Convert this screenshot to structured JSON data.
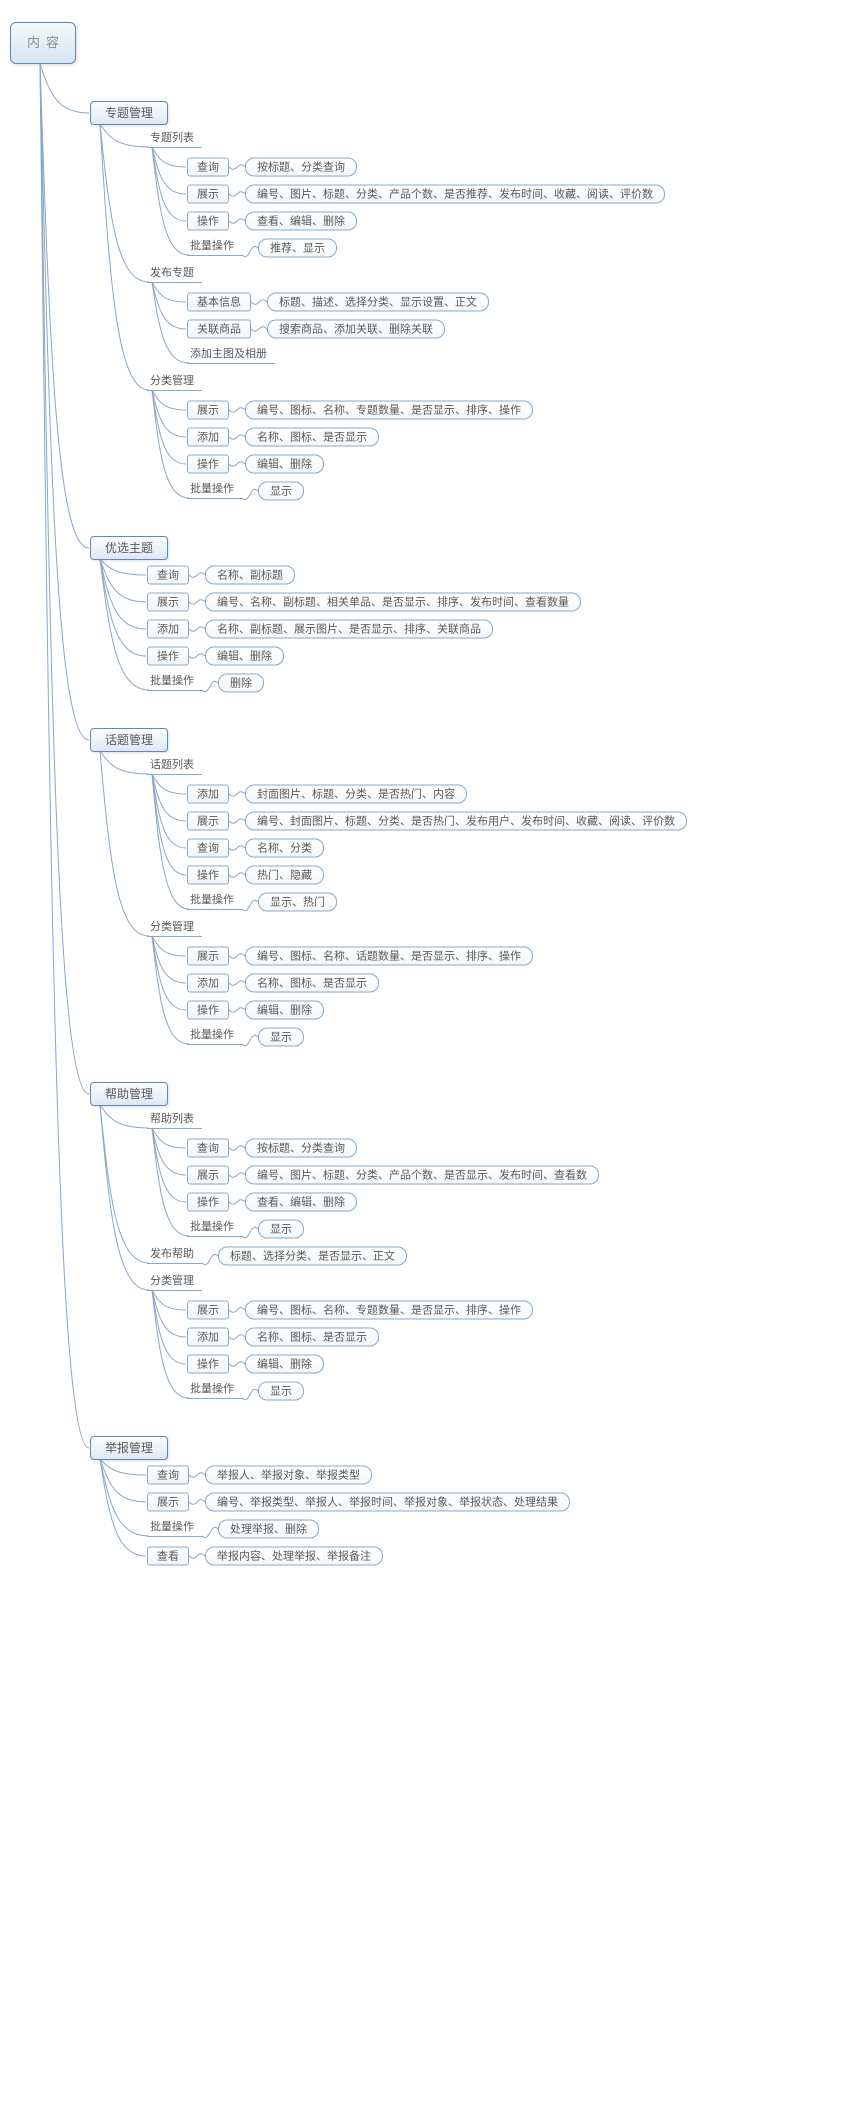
{
  "colors": {
    "node_border": "#6188b3",
    "connector": "#8aa6c5",
    "text": "#595959"
  },
  "diagram": {
    "root": {
      "label": "内容"
    },
    "sections": [
      {
        "label": "专题管理",
        "children": [
          {
            "label": "专题列表",
            "style": "line",
            "children": [
              {
                "label": "查询",
                "style": "box",
                "detail": "按标题、分类查询"
              },
              {
                "label": "展示",
                "style": "box",
                "detail": "编号、图片、标题、分类、产品个数、是否推荐、发布时间、收藏、阅读、评价数"
              },
              {
                "label": "操作",
                "style": "box",
                "detail": "查看、编辑、删除"
              },
              {
                "label": "批量操作",
                "style": "line",
                "detail": "推荐、显示"
              }
            ]
          },
          {
            "label": "发布专题",
            "style": "line",
            "children": [
              {
                "label": "基本信息",
                "style": "box",
                "detail": "标题、描述、选择分类、显示设置、正文"
              },
              {
                "label": "关联商品",
                "style": "box",
                "detail": "搜索商品、添加关联、删除关联"
              },
              {
                "label": "添加主图及相册",
                "style": "line"
              }
            ]
          },
          {
            "label": "分类管理",
            "style": "line",
            "children": [
              {
                "label": "展示",
                "style": "box",
                "detail": "编号、图标、名称、专题数量、是否显示、排序、操作"
              },
              {
                "label": "添加",
                "style": "box",
                "detail": "名称、图标、是否显示"
              },
              {
                "label": "操作",
                "style": "box",
                "detail": "编辑、删除"
              },
              {
                "label": "批量操作",
                "style": "line",
                "detail": "显示"
              }
            ]
          }
        ]
      },
      {
        "label": "优选主题",
        "children": [
          {
            "label": "查询",
            "style": "box",
            "detail": "名称、副标题"
          },
          {
            "label": "展示",
            "style": "box",
            "detail": "编号、名称、副标题、相关单品、是否显示、排序、发布时间、查看数量"
          },
          {
            "label": "添加",
            "style": "box",
            "detail": "名称、副标题、展示图片、是否显示、排序、关联商品"
          },
          {
            "label": "操作",
            "style": "box",
            "detail": "编辑、删除"
          },
          {
            "label": "批量操作",
            "style": "line",
            "detail": "删除"
          }
        ]
      },
      {
        "label": "话题管理",
        "children": [
          {
            "label": "话题列表",
            "style": "line",
            "children": [
              {
                "label": "添加",
                "style": "box",
                "detail": "封面图片、标题、分类、是否热门、内容"
              },
              {
                "label": "展示",
                "style": "box",
                "detail": "编号、封面图片、标题、分类、是否热门、发布用户、发布时间、收藏、阅读、评价数"
              },
              {
                "label": "查询",
                "style": "box",
                "detail": "名称、分类"
              },
              {
                "label": "操作",
                "style": "box",
                "detail": "热门、隐藏"
              },
              {
                "label": "批量操作",
                "style": "line",
                "detail": "显示、热门"
              }
            ]
          },
          {
            "label": "分类管理",
            "style": "line",
            "children": [
              {
                "label": "展示",
                "style": "box",
                "detail": "编号、图标、名称、话题数量、是否显示、排序、操作"
              },
              {
                "label": "添加",
                "style": "box",
                "detail": "名称、图标、是否显示"
              },
              {
                "label": "操作",
                "style": "box",
                "detail": "编辑、删除"
              },
              {
                "label": "批量操作",
                "style": "line",
                "detail": "显示"
              }
            ]
          }
        ]
      },
      {
        "label": "帮助管理",
        "children": [
          {
            "label": "帮助列表",
            "style": "line",
            "children": [
              {
                "label": "查询",
                "style": "box",
                "detail": "按标题、分类查询"
              },
              {
                "label": "展示",
                "style": "box",
                "detail": "编号、图片、标题、分类、产品个数、是否显示、发布时间、查看数"
              },
              {
                "label": "操作",
                "style": "box",
                "detail": "查看、编辑、删除"
              },
              {
                "label": "批量操作",
                "style": "line",
                "detail": "显示"
              }
            ]
          },
          {
            "label": "发布帮助",
            "style": "line",
            "detail": "标题、选择分类、是否显示、正文"
          },
          {
            "label": "分类管理",
            "style": "line",
            "children": [
              {
                "label": "展示",
                "style": "box",
                "detail": "编号、图标、名称、专题数量、是否显示、排序、操作"
              },
              {
                "label": "添加",
                "style": "box",
                "detail": "名称、图标、是否显示"
              },
              {
                "label": "操作",
                "style": "box",
                "detail": "编辑、删除"
              },
              {
                "label": "批量操作",
                "style": "line",
                "detail": "显示"
              }
            ]
          }
        ]
      },
      {
        "label": "举报管理",
        "children": [
          {
            "label": "查询",
            "style": "box",
            "detail": "举报人、举报对象、举报类型"
          },
          {
            "label": "展示",
            "style": "box",
            "detail": "编号、举报类型、举报人、举报时间、举报对象、举报状态、处理结果"
          },
          {
            "label": "批量操作",
            "style": "line",
            "detail": "处理举报、删除"
          },
          {
            "label": "查看",
            "style": "box",
            "detail": "举报内容、处理举报、举报备注"
          }
        ]
      }
    ]
  }
}
